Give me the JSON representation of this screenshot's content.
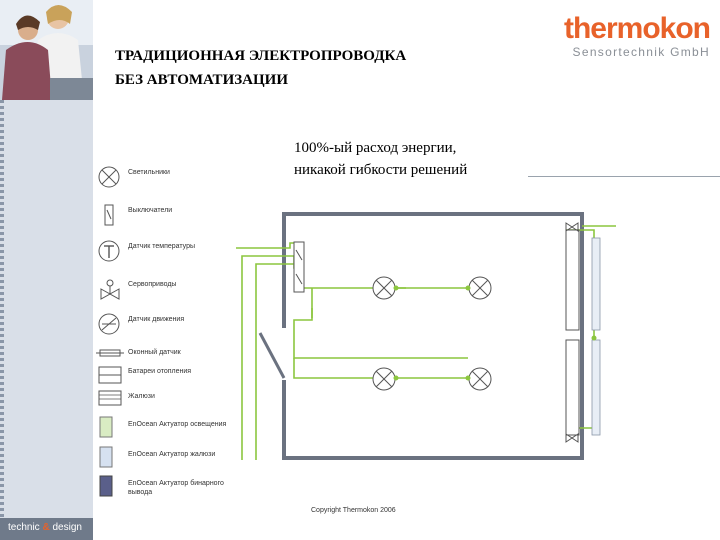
{
  "header": {
    "title_line1": "ТРАДИЦИОННАЯ ЭЛЕКТРОПРОВОДКА",
    "title_line2": "БЕЗ АВТОМАТИЗАЦИИ",
    "subtitle_line1": "100%-ый расход энергии,",
    "subtitle_line2": "никакой гибкости решений"
  },
  "logo": {
    "name": "thermokon",
    "tagline": "Sensortechnik GmbH"
  },
  "sidebar": {
    "brand_left": "technic",
    "brand_amp": "&",
    "brand_right": "design"
  },
  "legend": [
    {
      "icon": "lamp-icon",
      "label": "Светильники"
    },
    {
      "icon": "switch-icon",
      "label": "Выключатели"
    },
    {
      "icon": "temperature-sensor-icon",
      "label": "Датчик температуры"
    },
    {
      "icon": "servo-valve-icon",
      "label": "Сервоприводы"
    },
    {
      "icon": "presence-sensor-icon",
      "label": "Датчик движения"
    },
    {
      "icon": "window-contact-icon",
      "label": "Оконный датчик"
    },
    {
      "icon": "radiator-icon",
      "label": "Батареи отопления"
    },
    {
      "icon": "blinds-icon",
      "label": "Жалюзи"
    },
    {
      "icon": "lighting-actuator-icon",
      "label": "EnOcean Актуатор освещения"
    },
    {
      "icon": "blinds-actuator-icon",
      "label": "EnOcean Актуатор жалюзи"
    },
    {
      "icon": "binary-actuator-icon",
      "label": "EnOcean Актуатор бинарного вывода"
    }
  ],
  "colors": {
    "accent": "#e8622a",
    "wire": "#8cc63f",
    "wall": "#6b7280",
    "sidebar": "#d9dfe8",
    "lighting_actuator": "#d9ecc3",
    "blinds_actuator": "#d6e1f0",
    "binary_actuator": "#5a5f8a"
  },
  "footer": {
    "copyright": "Copyright Thermokon 2006"
  }
}
